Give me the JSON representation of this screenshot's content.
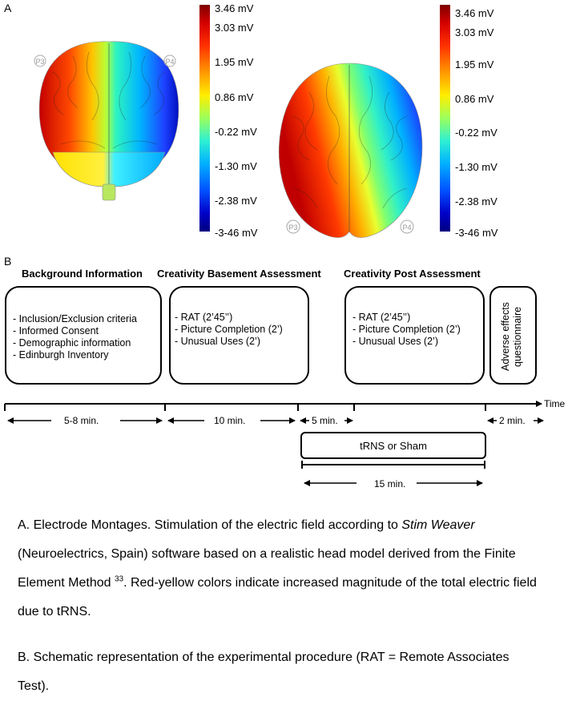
{
  "panel_a": {
    "letter": "A",
    "colorbar_labels": [
      "3.46 mV",
      "3.03 mV",
      "1.95 mV",
      "0.86 mV",
      "-0.22 mV",
      "-1.30 mV",
      "-2.38 mV",
      "-3-46 mV"
    ],
    "electrodes_left": [
      "P3",
      "P4"
    ],
    "electrodes_right": [
      "P3",
      "P4"
    ]
  },
  "panel_b": {
    "letter": "B",
    "headers": {
      "background": "Background Information",
      "basement": "Creativity Basement Assessment",
      "post": "Creativity Post Assessment"
    },
    "box_background": [
      "- Inclusion/Exclusion criteria",
      "- Informed Consent",
      "- Demographic information",
      "- Edinburgh Inventory"
    ],
    "box_basement": [
      "- RAT (2’45’’)",
      "- Picture Completion (2’)",
      "- Unusual Uses (2’)"
    ],
    "box_post": [
      "- RAT (2’45’’)",
      "- Picture Completion (2’)",
      "- Unusual Uses (2’)"
    ],
    "box_adverse": "Adverse effects questionnaire",
    "time_label": "Time",
    "durations": {
      "d1": "5-8 min.",
      "d2": "10 min.",
      "d3": "5 min.",
      "d4": "2 min.",
      "d5": "15 min."
    },
    "stim_box": "tRNS or Sham"
  },
  "caption": {
    "a_prefix": "A. Electrode Montages. Stimulation of the electric field according to ",
    "a_italic": "Stim Weaver",
    "a_mid": " (Neuroelectrics, Spain) software based on a realistic head model derived from the Finite Element Method ",
    "a_sup": "33",
    "a_suffix": ". Red-yellow colors indicate increased magnitude of the total electric field due to tRNS.",
    "b_text": "B. Schematic representation of the experimental procedure (RAT = Remote Associates Test)."
  }
}
